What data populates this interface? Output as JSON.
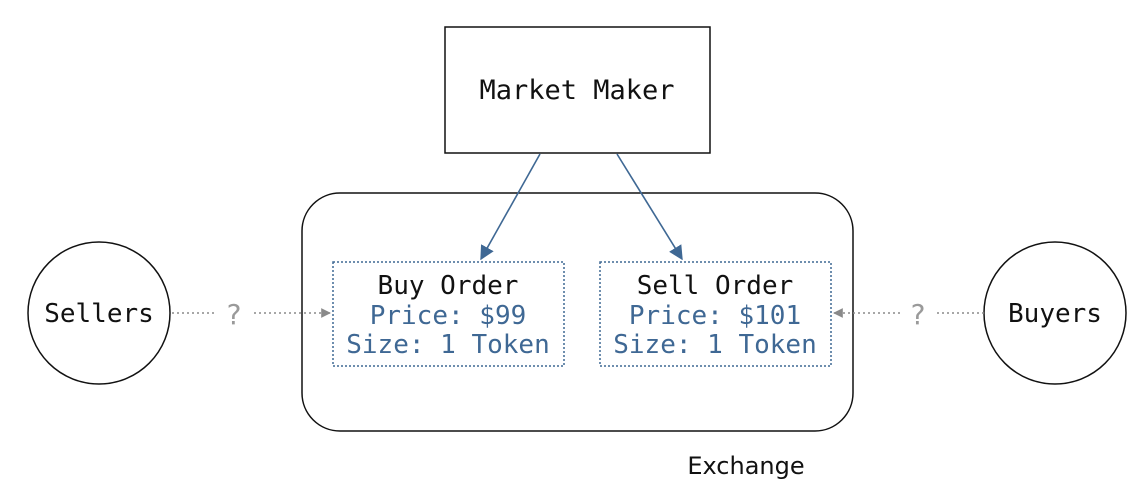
{
  "market_maker": {
    "label": "Market Maker"
  },
  "exchange": {
    "label": "Exchange"
  },
  "sellers": {
    "label": "Sellers",
    "link_label": "?"
  },
  "buyers": {
    "label": "Buyers",
    "link_label": "?"
  },
  "buy_order": {
    "title": "Buy Order",
    "price": "Price: $99",
    "size": "Size: 1 Token"
  },
  "sell_order": {
    "title": "Sell Order",
    "price": "Price: $101",
    "size": "Size: 1 Token"
  },
  "colors": {
    "ink": "#111111",
    "order_text": "#3f6894",
    "arrow_solid": "#3f6894",
    "dotted_link": "#8a8a8a",
    "question_mark": "#9a9a9a"
  }
}
